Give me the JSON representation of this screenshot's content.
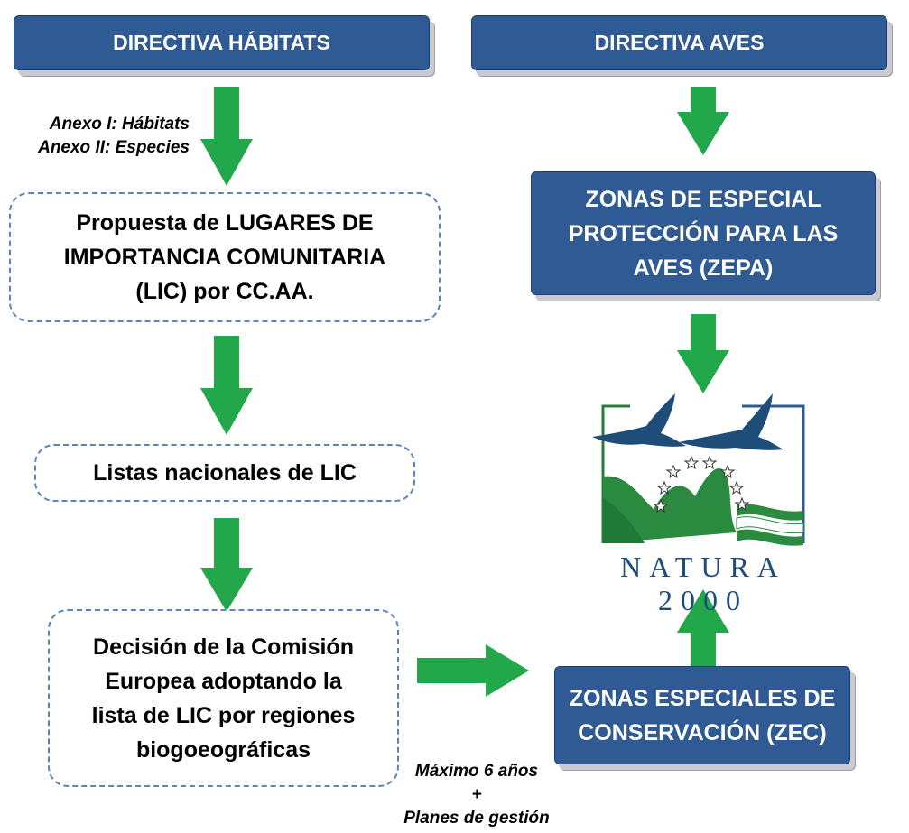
{
  "boxes": {
    "habitats": "DIRECTIVA HÁBITATS",
    "aves": "DIRECTIVA AVES",
    "lic_line1": "Propuesta de LUGARES DE",
    "lic_line2": "IMPORTANCIA COMUNITARIA",
    "lic_line3": "(LIC) por CC.AA.",
    "listas": "Listas nacionales de LIC",
    "decision_line1": "Decisión de la Comisión",
    "decision_line2": "Europea adoptando la",
    "decision_line3": "lista de LIC por regiones",
    "decision_line4": "biogoeográficas",
    "zepa_line1": "ZONAS DE ESPECIAL",
    "zepa_line2": "PROTECCIÓN PARA LAS",
    "zepa_line3": "AVES (ZEPA)",
    "zec_line1": "ZONAS ESPECIALES DE",
    "zec_line2": "CONSERVACIÓN (ZEC)"
  },
  "notes": {
    "annex1": "Anexo I: Hábitats",
    "annex2": "Anexo II: Especies",
    "max": "Máximo 6 años",
    "plus": "+",
    "planes": "Planes de gestión"
  },
  "logo": {
    "text": "NATURA 2000"
  },
  "colors": {
    "box_blue": "#2f5a93",
    "arrow_green": "#22a84a",
    "dashed_border": "#5b84bd"
  }
}
